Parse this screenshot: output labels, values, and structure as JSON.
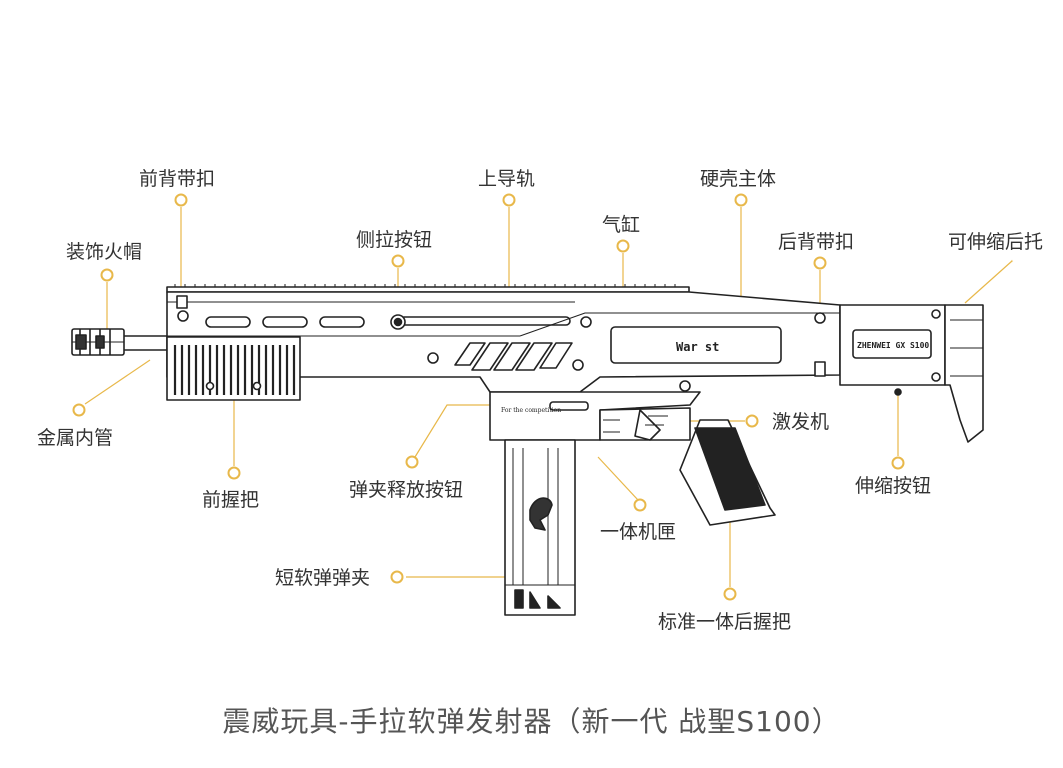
{
  "colors": {
    "accent": "#e8b84a",
    "outline": "#222222",
    "label": "#333333"
  },
  "labels": {
    "front_sling": "前背带扣",
    "top_rail": "上导轨",
    "shell_body": "硬壳主体",
    "side_button": "侧拉按钮",
    "air_cylinder": "气缸",
    "rear_sling": "后背带扣",
    "stock": "可伸缩后托",
    "muzzle_cap": "装饰火帽",
    "metal_tube": "金属内管",
    "handguard": "前握把",
    "mag_release": "弹夹释放按钮",
    "trigger": "激发机",
    "receiver": "一体机匣",
    "stock_button": "伸缩按钮",
    "magazine": "短软弹弹夹",
    "grip": "标准一体后握把"
  },
  "engravings": {
    "cylinder_plate": "War st",
    "brand_plate": "ZHENWEI GX S100",
    "side_text": "For the competition"
  },
  "caption": "震威玩具-手拉软弹发射器（新一代 战聖S100）"
}
